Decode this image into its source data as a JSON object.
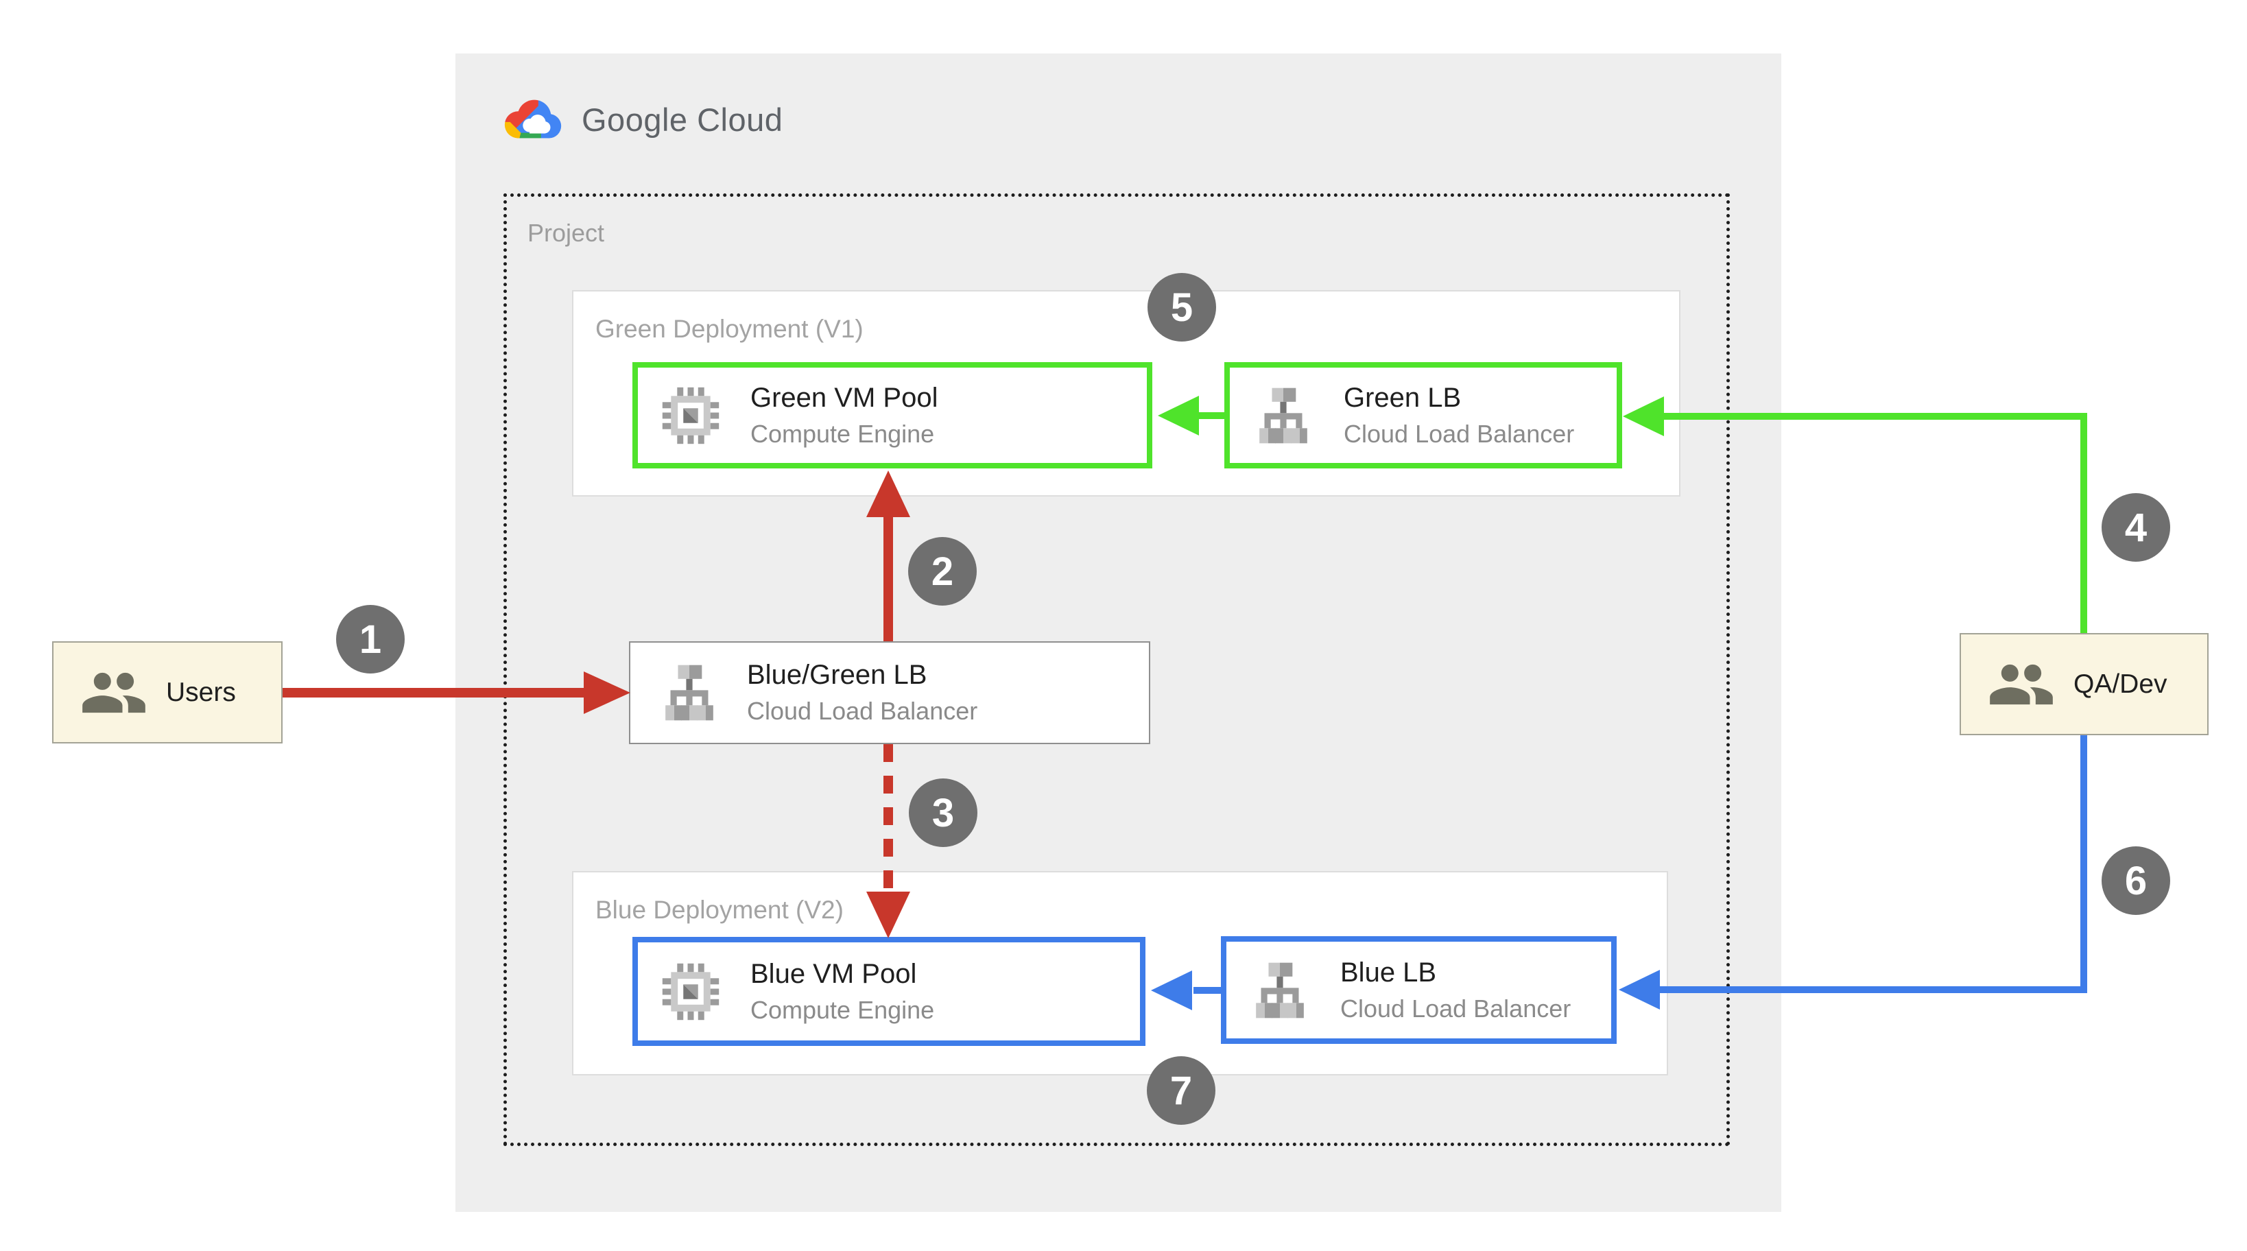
{
  "header": {
    "brand": "Google Cloud"
  },
  "project": {
    "label": "Project"
  },
  "deployments": {
    "green": {
      "label": "Green Deployment (V1)",
      "vm_pool": {
        "title": "Green VM Pool",
        "subtitle": "Compute Engine"
      },
      "lb": {
        "title": "Green LB",
        "subtitle": "Cloud Load Balancer"
      }
    },
    "blue": {
      "label": "Blue Deployment (V2)",
      "vm_pool": {
        "title": "Blue VM Pool",
        "subtitle": "Compute Engine"
      },
      "lb": {
        "title": "Blue LB",
        "subtitle": "Cloud Load Balancer"
      }
    }
  },
  "shared_lb": {
    "title": "Blue/Green LB",
    "subtitle": "Cloud Load Balancer"
  },
  "actors": {
    "users": {
      "label": "Users"
    },
    "qa_dev": {
      "label": "QA/Dev"
    }
  },
  "steps": [
    "1",
    "2",
    "3",
    "4",
    "5",
    "6",
    "7"
  ],
  "icons": {
    "brand": "google-cloud-logo",
    "compute_engine": "chip-icon",
    "load_balancer": "network-tree-icon",
    "actors": "people-icon"
  },
  "colors": {
    "panel_bg": "#EEEEEE",
    "green": "#4FE32B",
    "blue": "#3E7CE9",
    "red": "#C8372B",
    "step_circle": "#6F6F6F",
    "actor_bg": "#FAF5E1",
    "node_title": "#1F1F1F",
    "node_subtitle": "#8A8A8A",
    "section_label": "#A3A3A3",
    "brand_text": "#5F6368"
  }
}
